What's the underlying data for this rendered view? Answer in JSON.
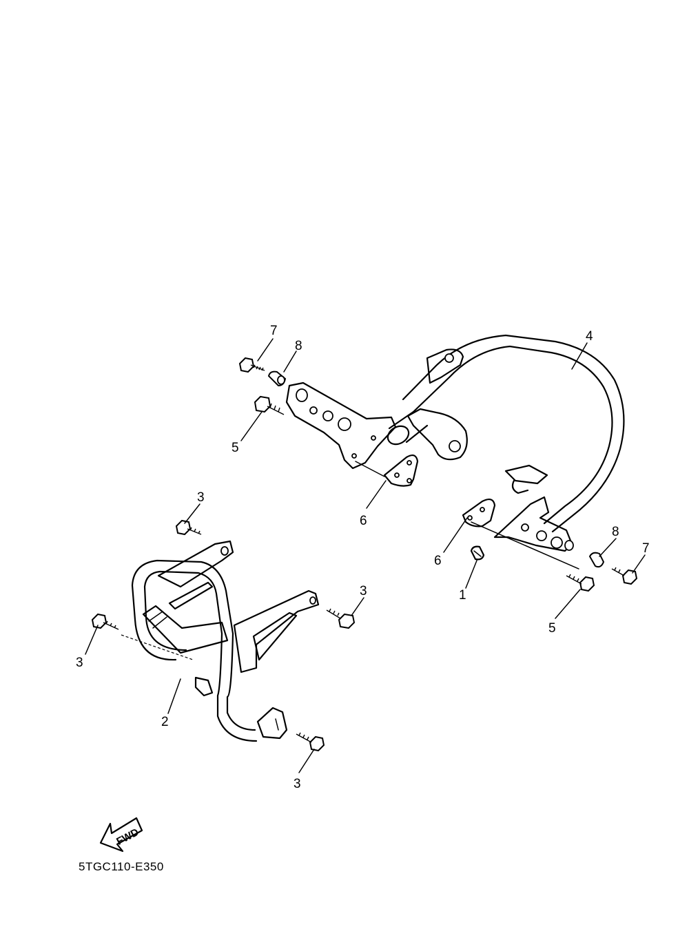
{
  "diagram": {
    "callouts": [
      {
        "label": "7"
      },
      {
        "label": "8"
      },
      {
        "label": "4"
      },
      {
        "label": "5"
      },
      {
        "label": "6"
      },
      {
        "label": "3"
      },
      {
        "label": "3"
      },
      {
        "label": "3"
      },
      {
        "label": "2"
      },
      {
        "label": "3"
      },
      {
        "label": "8"
      },
      {
        "label": "7"
      },
      {
        "label": "6"
      },
      {
        "label": "1"
      },
      {
        "label": "5"
      }
    ],
    "fwd_badge": {
      "label": "FWD"
    },
    "diagram_code": "5TGC110-E350",
    "colors": {
      "line": "#000000",
      "background": "#ffffff"
    }
  }
}
